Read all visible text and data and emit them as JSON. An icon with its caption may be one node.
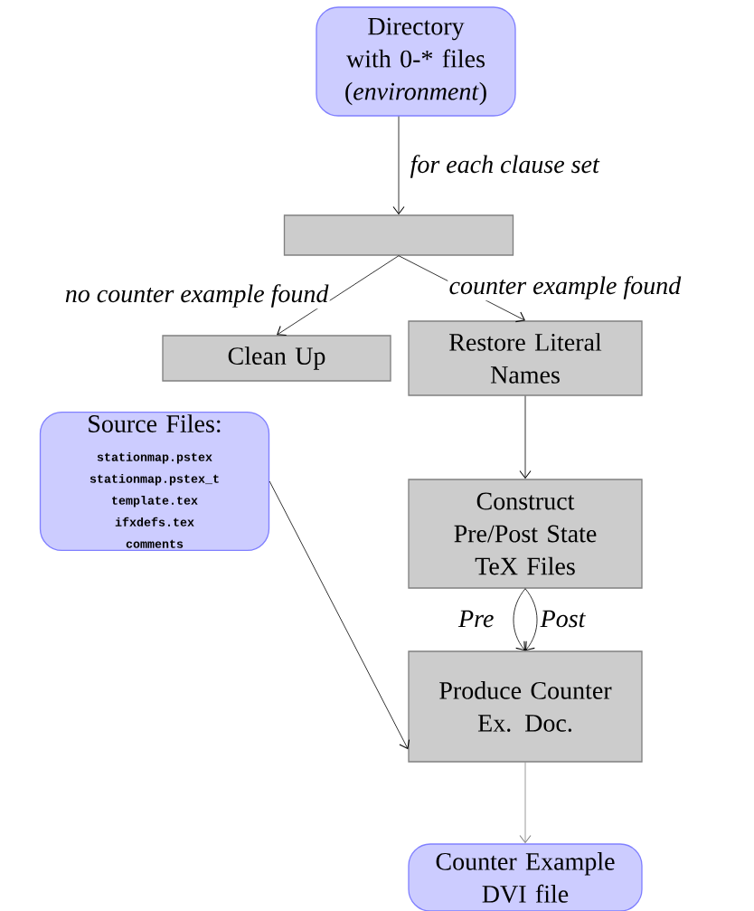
{
  "diagram": {
    "nodes": [
      {
        "text": [
          "Directory with 0-* files (*environment*)"
        ]
      },
      {
        "text": [],
        "shape": "box"
      },
      {
        "text": [
          "Clean Up"
        ]
      },
      {
        "text": [
          "Restore Literal Names"
        ]
      },
      {
        "text": [
          "Source Files:",
          "stationmap.pstex",
          "stationmap.pstex_t",
          "template.tex",
          "ifxdefs.tex",
          "comments"
        ]
      },
      {
        "text": [
          "Construct Pre/Post State TeX Files"
        ]
      },
      {
        "text": [
          "Produce Counter Ex. Doc."
        ]
      },
      {
        "text": [
          "Counter Example DVI file"
        ]
      }
    ],
    "edges": [
      {
        "from": 0,
        "to": 1,
        "arrow": "to",
        "label": "for each clause set"
      },
      {
        "from": 1,
        "to": 2,
        "arrow": "to",
        "label": "no counter example found"
      },
      {
        "from": 1,
        "to": 3,
        "arrow": "to",
        "label": "counter example found"
      },
      {
        "from": 3,
        "to": 5,
        "arrow": "to"
      },
      {
        "from": 4,
        "to": 6,
        "arrow": "to"
      },
      {
        "from": 5,
        "to": 6,
        "arrow": "to",
        "label": "Pre"
      },
      {
        "from": 5,
        "to": 6,
        "arrow": "to",
        "label": "Post"
      },
      {
        "from": 6,
        "to": 7,
        "arrow": "to",
        "color": "#808080"
      }
    ]
  }
}
